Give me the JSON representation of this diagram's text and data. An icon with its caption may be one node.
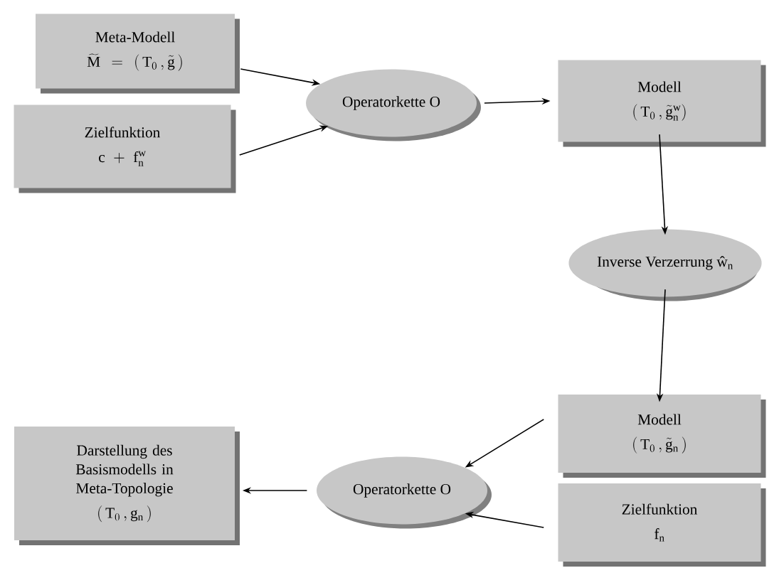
{
  "diagram": {
    "nodes": [
      {
        "text": [
          "Meta-Modell",
          "\\widetilde{\\mathrm{M}} = (\\,\\mathrm{T}_0\\,, \\tilde{\\mathrm{g}}\\,)"
        ]
      },
      {
        "text": [
          "Zielfunktion",
          "\\mathrm{c} + \\mathrm{f}_\\mathrm{n}^{\\mathrm{w}}"
        ]
      },
      {
        "text": [
          "Operatorkette O"
        ]
      },
      {
        "text": [
          "Modell",
          "(\\,\\mathrm{T}_0\\,, \\tilde{\\mathrm{g}}_\\mathrm{n}^{\\mathrm{w}})"
        ]
      },
      {
        "text": [
          "Inverse Verzerrung ŵ$_{n}$"
        ]
      },
      {
        "text": [
          "Modell",
          "(\\,\\mathrm{T}_0\\,, \\tilde{\\mathrm{g}}_\\mathrm{n}\\,)"
        ]
      },
      {
        "text": [
          "Zielfunktion",
          "\\mathrm{f}_\\mathrm{n}"
        ]
      },
      {
        "text": [
          "Operatorkette O"
        ]
      },
      {
        "text": [
          "Darstellung des Basismodells in Meta-Topologie",
          "(\\,\\mathrm{T}_0\\,, \\mathrm{g}_\\mathrm{n}\\,)"
        ]
      }
    ],
    "edges": [
      {
        "from": 0,
        "to": 2,
        "arrow": "to"
      },
      {
        "from": 1,
        "to": 2,
        "arrow": "to"
      },
      {
        "from": 2,
        "to": 3,
        "arrow": "to"
      },
      {
        "from": 3,
        "to": 4,
        "arrow": "to"
      },
      {
        "from": 4,
        "to": 5,
        "arrow": "to"
      },
      {
        "from": 5,
        "to": 7,
        "arrow": "to"
      },
      {
        "from": 6,
        "to": 7,
        "arrow": "to"
      },
      {
        "from": 7,
        "to": 8,
        "arrow": "to"
      }
    ]
  }
}
